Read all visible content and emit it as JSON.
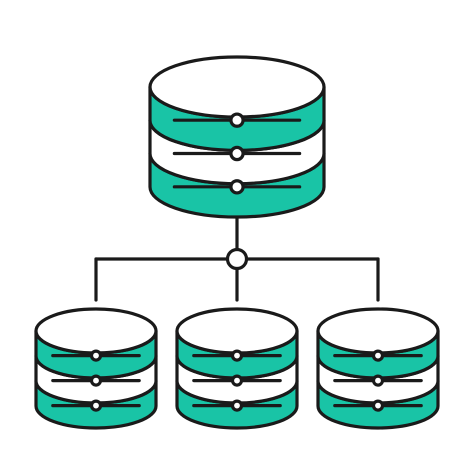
{
  "icon": {
    "name": "database-network-icon",
    "colors": {
      "accent": "#19C4A6",
      "stroke": "#1A1A1A",
      "fill": "#FFFFFF"
    },
    "structure": {
      "parent_database": "database-icon",
      "child_databases": 3,
      "hub": "connector-node",
      "bands_per_database": 3
    }
  }
}
